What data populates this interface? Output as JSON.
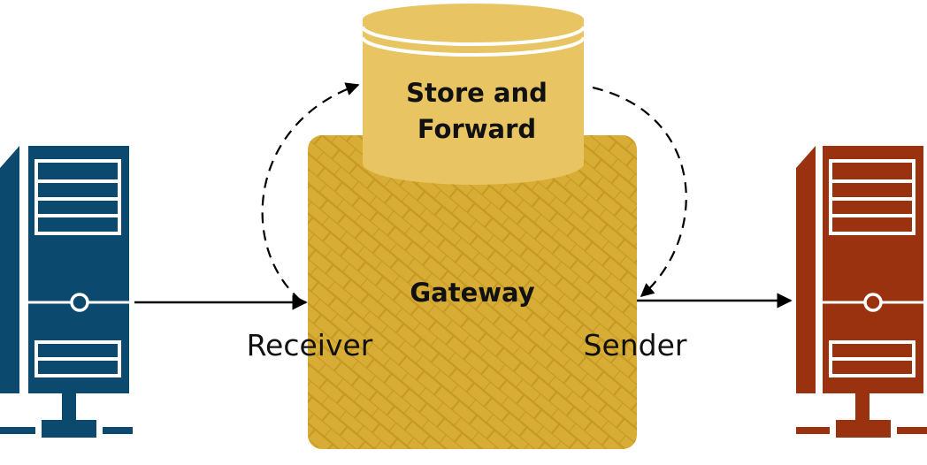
{
  "diagram": {
    "store": {
      "line1": "Store and",
      "line2": "Forward"
    },
    "gateway": {
      "label": "Gateway"
    },
    "receiver": {
      "label": "Receiver"
    },
    "sender": {
      "label": "Sender"
    }
  },
  "colors": {
    "left_server": "#0b4a6e",
    "right_server": "#9a3210",
    "gateway_fill": "#d8ad36",
    "gateway_pattern": "#c59a22",
    "store_fill": "#e8c462",
    "arrow": "#000000"
  },
  "icons": {
    "left_server": "server-icon",
    "right_server": "server-icon",
    "store": "database-cylinder-icon"
  }
}
